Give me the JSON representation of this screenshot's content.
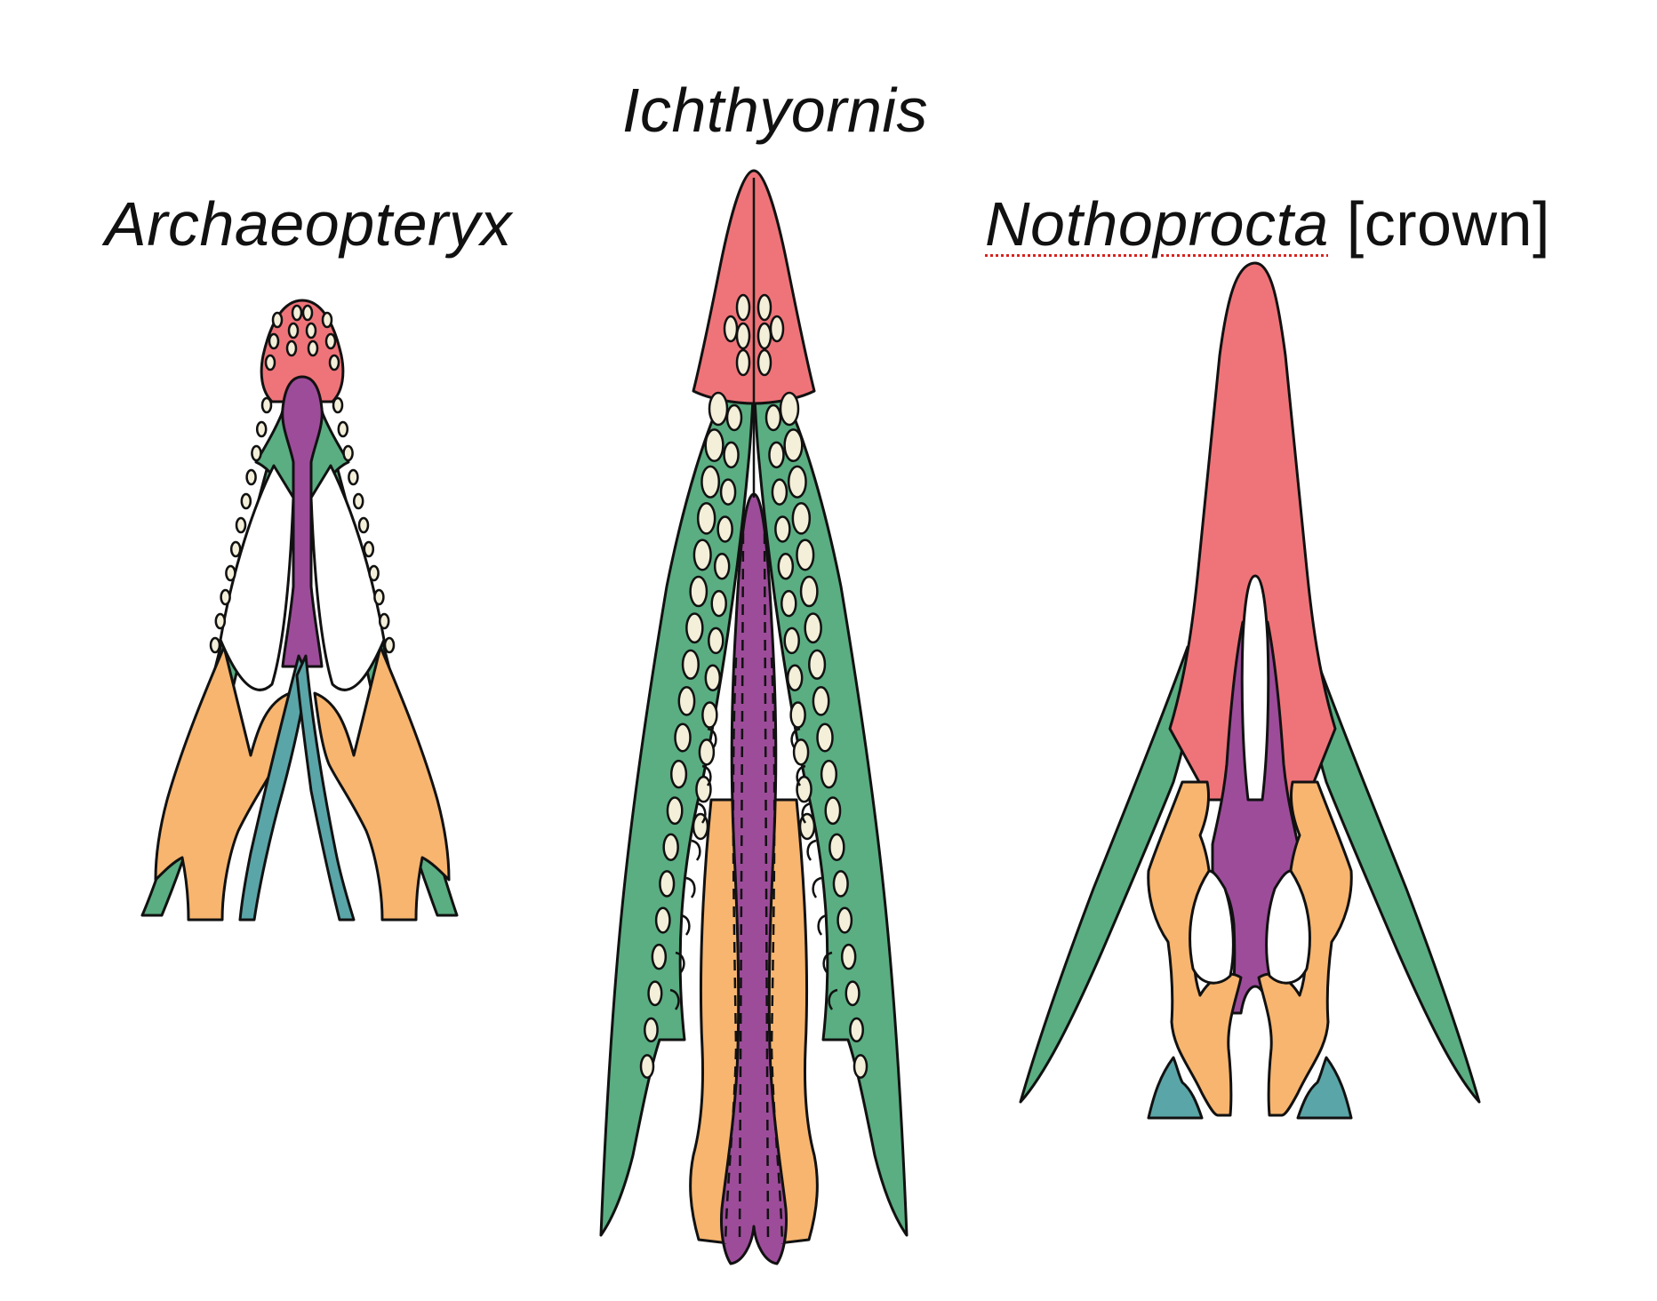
{
  "colors": {
    "premaxilla": "#ef7479",
    "maxilla": "#5aae82",
    "nasal_purple": "#9d4c9a",
    "palatine_orange": "#f7b56f",
    "teal": "#5aa5a8",
    "tooth_fill": "#f3efd9",
    "outline": "#111111",
    "background": "#ffffff"
  },
  "labels": {
    "archaeopteryx": "Archaeopteryx",
    "ichthyornis": "Ichthyornis",
    "nothoprocta": "Nothoprocta",
    "nothoprocta_suffix": "[crown]"
  }
}
